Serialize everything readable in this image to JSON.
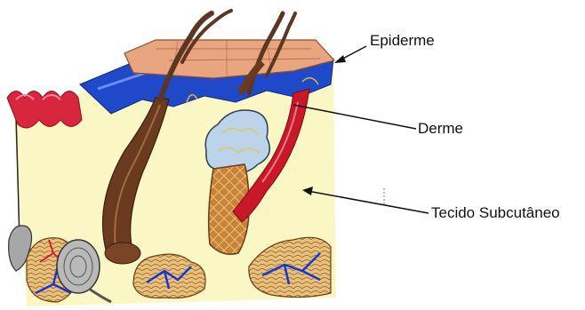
{
  "labels": {
    "epidermis": "Epiderme",
    "dermis": "Derme",
    "subcutaneous": "Tecido Subcutâneo"
  },
  "colors": {
    "epidermis": "#e9a57f",
    "blue_layer": "#1f49c9",
    "red_ridges": "#d7263d",
    "tissue_fill": "#fbf7c4",
    "hair": "#6b3b1f",
    "gland": "#bdd3ea",
    "fat": "#e8c07a",
    "vessel_blue": "#1535d8",
    "vessel_red": "#c8182a",
    "follicle_bulb": "#c9823b",
    "receptor": "#a7a7a7"
  },
  "icons": [
    "hair-follicle-icon",
    "sweat-gland-icon",
    "fat-lobule-icon",
    "blood-vessel-icon",
    "pacinian-corpuscle-icon"
  ]
}
